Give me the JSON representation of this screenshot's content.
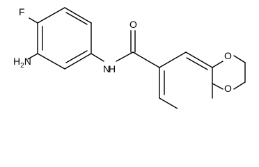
{
  "molecule": {
    "labels": {
      "fluorine": "F",
      "amino": "H",
      "amino_sub": "2",
      "amino_n": "N",
      "amide_n": "N",
      "amide_h": "H",
      "carbonyl_o": "O",
      "dioxane_o_top": "O",
      "dioxane_o_bottom": "O"
    }
  }
}
